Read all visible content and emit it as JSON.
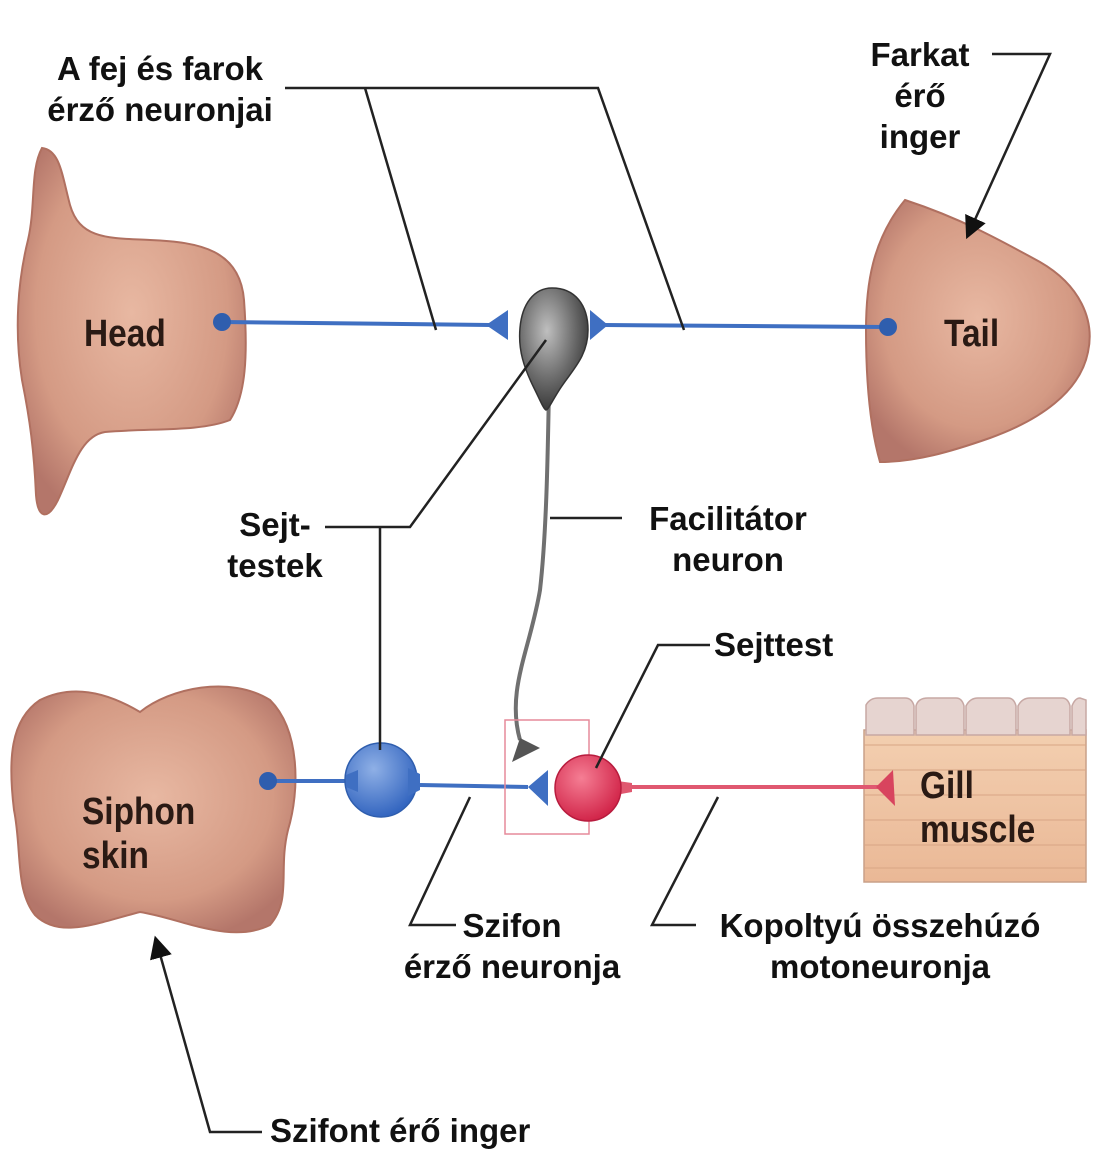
{
  "labels": {
    "head_tail_sensory": "A fej és farok\nérző neuronjai",
    "tail_stimulus": "Farkat\nérő\ninger",
    "cell_bodies": "Sejt-\ntestek",
    "facilitator": "Facilitátor\nneuron",
    "cell_body": "Sejttest",
    "siphon_sensory": "Szifon\nérző neuronja",
    "gill_motor": "Kopoltyú összehúzó\nmotoneuronja",
    "siphon_stimulus": "Szifont érő inger"
  },
  "organs": {
    "head": "Head",
    "tail": "Tail",
    "siphon": "Siphon\nskin",
    "gill": "Gill\nmuscle"
  },
  "colors": {
    "skin": "#d9a08a",
    "skin_dark": "#b8786a",
    "sensory_axon": "#3f6fc2",
    "facilitator_body": "#6b6b6b",
    "motor": "#d8445e",
    "gill_muscle": "#f1c8a8",
    "label_line": "#222222"
  }
}
